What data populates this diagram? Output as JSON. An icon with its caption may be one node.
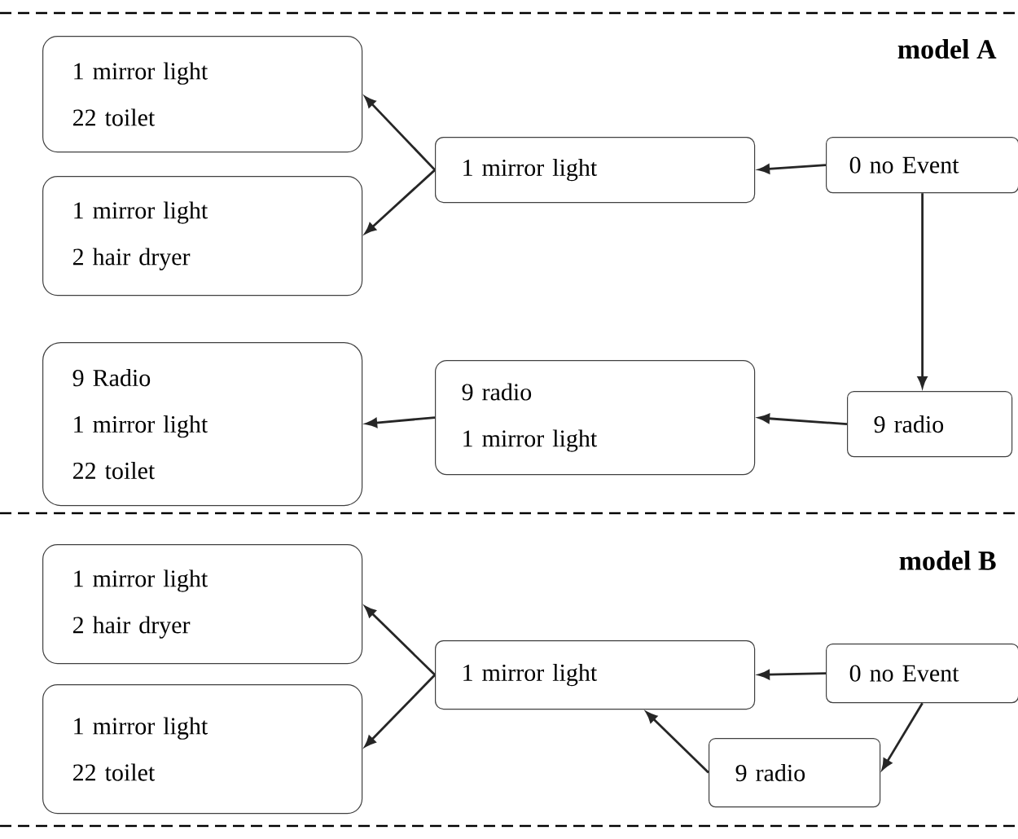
{
  "diagram": {
    "nodes": [
      {
        "text": [
          "1 mirror light",
          "22 toilet"
        ]
      },
      {
        "text": [
          "1 mirror light",
          "2 hair dryer"
        ]
      },
      {
        "text": [
          "1 mirror light"
        ]
      },
      {
        "text": [
          "0 no Event"
        ]
      },
      {
        "text": [
          "9 radio"
        ]
      },
      {
        "text": [
          "9 radio",
          "1 mirror light"
        ]
      },
      {
        "text": [
          "9 Radio",
          "1 mirror light",
          "22 toilet"
        ]
      },
      {
        "text": [
          "1 mirror light",
          "2 hair dryer"
        ]
      },
      {
        "text": [
          "1 mirror light",
          "22 toilet"
        ]
      },
      {
        "text": [
          "1 mirror light"
        ]
      },
      {
        "text": [
          "0 no Event"
        ]
      },
      {
        "text": [
          "9 radio"
        ]
      }
    ],
    "edges": [
      {
        "from": 3,
        "to": 2,
        "arrow": "to"
      },
      {
        "from": 2,
        "to": 0,
        "arrow": "to"
      },
      {
        "from": 2,
        "to": 1,
        "arrow": "to"
      },
      {
        "from": 3,
        "to": 4,
        "arrow": "to"
      },
      {
        "from": 4,
        "to": 5,
        "arrow": "to"
      },
      {
        "from": 5,
        "to": 6,
        "arrow": "to"
      },
      {
        "from": 10,
        "to": 9,
        "arrow": "to"
      },
      {
        "from": 9,
        "to": 7,
        "arrow": "to"
      },
      {
        "from": 9,
        "to": 8,
        "arrow": "to"
      },
      {
        "from": 10,
        "to": 11,
        "arrow": "to"
      },
      {
        "from": 11,
        "to": 9,
        "arrow": "to"
      }
    ],
    "labels": [
      "model A",
      "model B"
    ]
  }
}
